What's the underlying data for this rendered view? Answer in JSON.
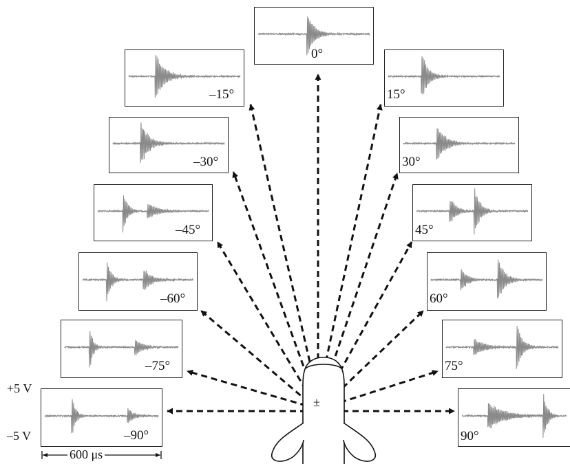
{
  "labels": {
    "center_symbol": "±",
    "voltage_top": "+5 V",
    "voltage_bottom": "–5 V",
    "time_scale": "600 μs"
  },
  "colors": {
    "trace": "#8a8a8a",
    "frame": "#222222",
    "arrow": "#111111"
  },
  "panels": [
    {
      "key": "m90",
      "angle_label": "–90°"
    },
    {
      "key": "m75",
      "angle_label": "–75°"
    },
    {
      "key": "m60",
      "angle_label": "–60°"
    },
    {
      "key": "m45",
      "angle_label": "–45°"
    },
    {
      "key": "m30",
      "angle_label": "–30°"
    },
    {
      "key": "m15",
      "angle_label": "–15°"
    },
    {
      "key": "p0",
      "angle_label": "0°"
    },
    {
      "key": "p15",
      "angle_label": "15°"
    },
    {
      "key": "p30",
      "angle_label": "30°"
    },
    {
      "key": "p45",
      "angle_label": "45°"
    },
    {
      "key": "p60",
      "angle_label": "60°"
    },
    {
      "key": "p75",
      "angle_label": "75°"
    },
    {
      "key": "p90",
      "angle_label": "90°"
    }
  ]
}
